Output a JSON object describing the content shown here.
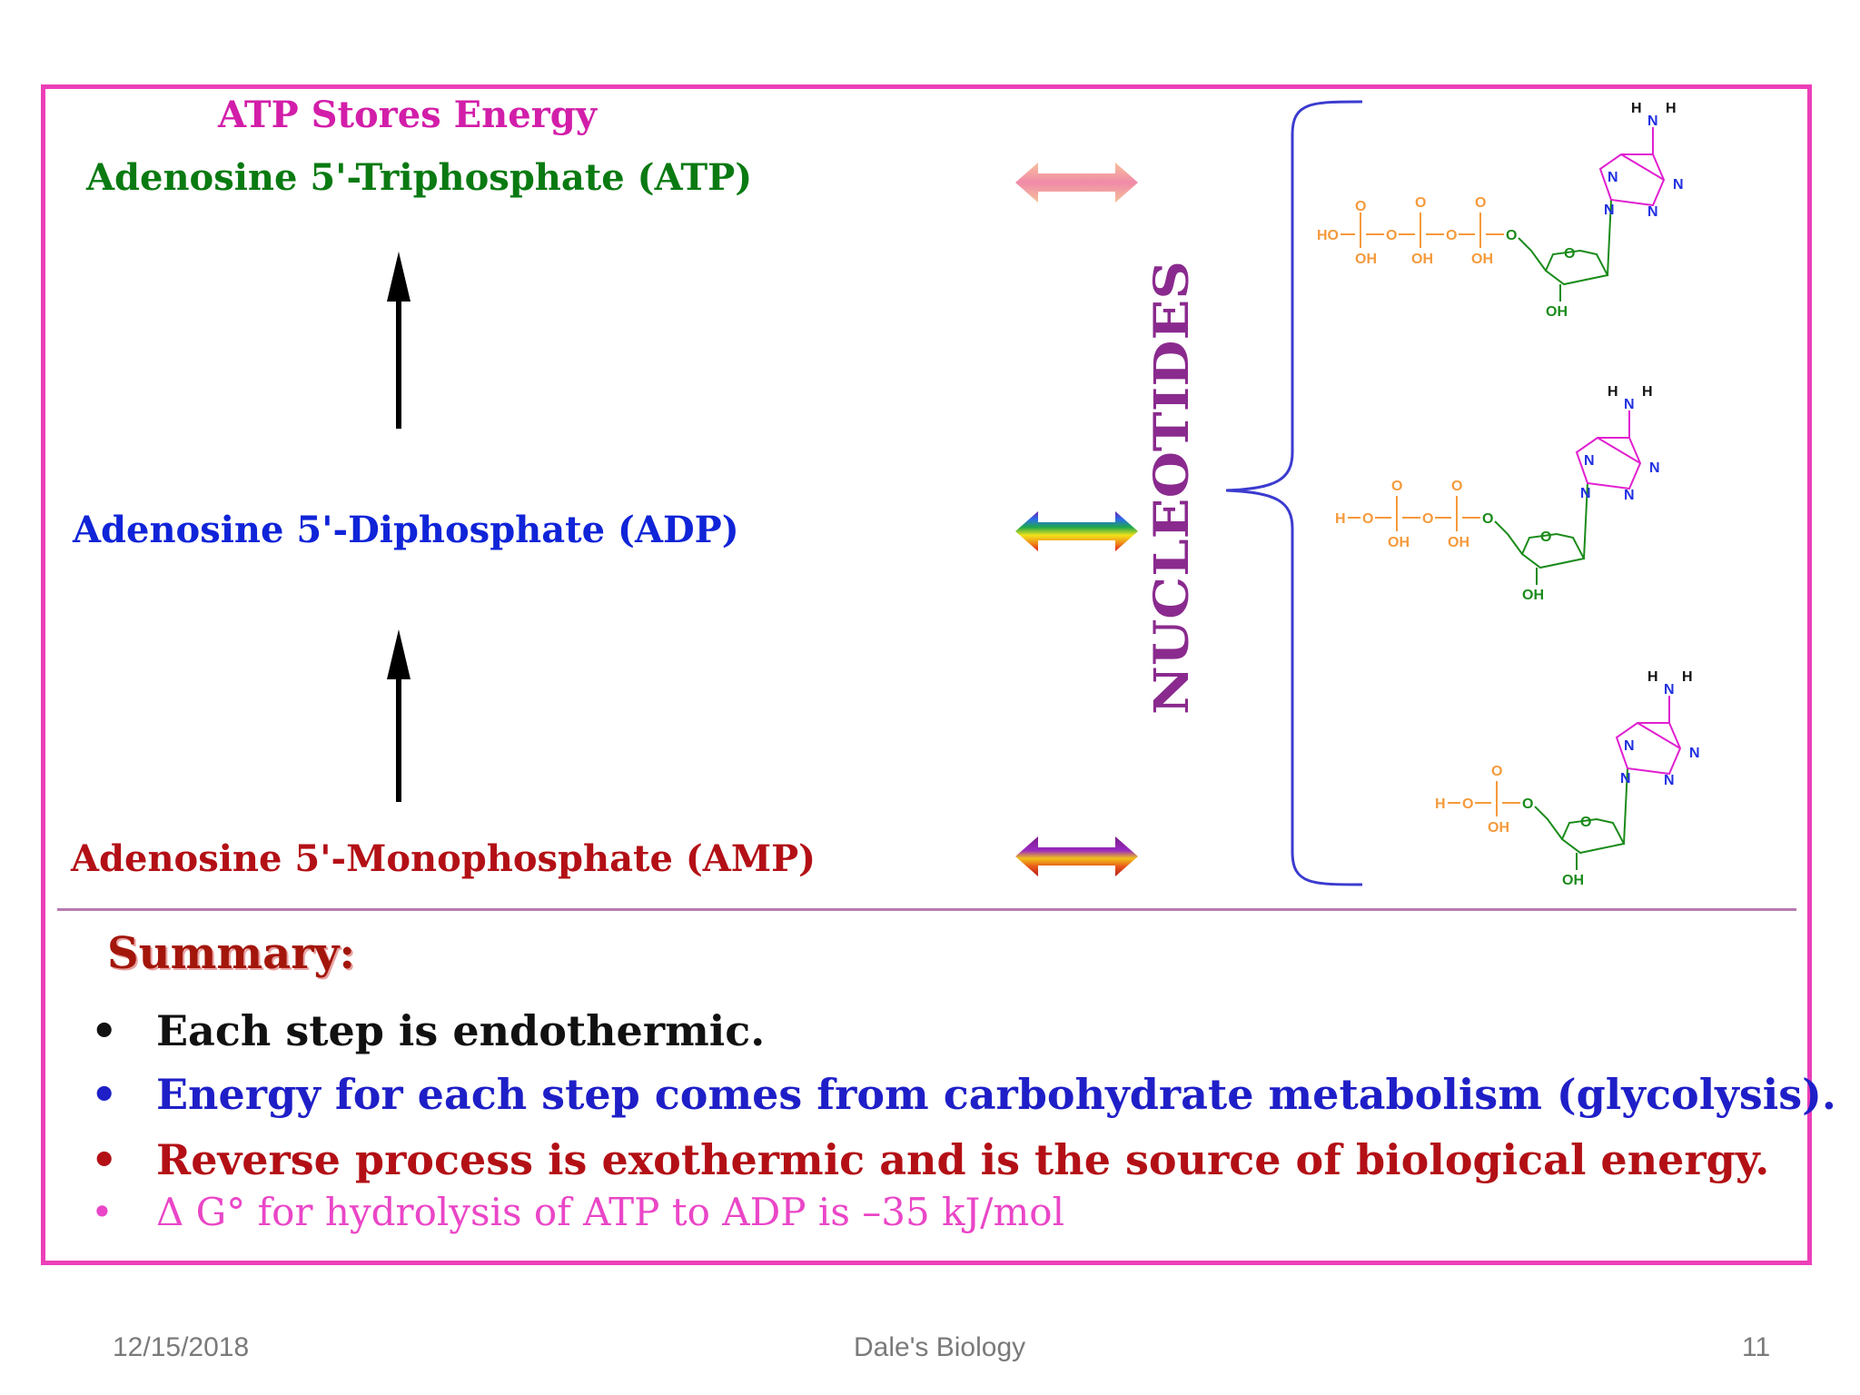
{
  "slide": {
    "title": "ATP Stores Energy",
    "atp_label": "Adenosine 5'-Triphosphate (ATP)",
    "adp_label": "Adenosine 5'-Diphosphate (ADP)",
    "amp_label": "Adenosine 5'-Monophosphate (AMP)",
    "vertical_label": "NUCLEOTIDES",
    "summary_heading": "Summary:",
    "bullets": [
      {
        "text": "Each step is endothermic.",
        "color": "#111111"
      },
      {
        "text": "Energy for each step comes from carbohydrate metabolism (glycolysis).",
        "color": "#1f1fc8"
      },
      {
        "text": "Reverse process is exothermic and is the source of biological energy.",
        "color": "#b31016"
      },
      {
        "text": "Δ G° for hydrolysis of ATP to ADP is –35 kJ/mol",
        "color": "#ea46c7"
      }
    ],
    "bullet_symbol": "•",
    "structure_text": {
      "amine": "H",
      "n": "N",
      "o": "O",
      "oh": "OH",
      "ho": "HO",
      "h": "H"
    }
  },
  "footer": {
    "date": "12/15/2018",
    "title": "Dale's Biology",
    "page": "11"
  },
  "colors": {
    "frame": "#ec3fb8",
    "phosphate": "#f59a3c",
    "ribose": "#1a8b1a",
    "base": "#e020d0",
    "nitrogen": "#2030e0",
    "brace": "#3b3bd0"
  }
}
